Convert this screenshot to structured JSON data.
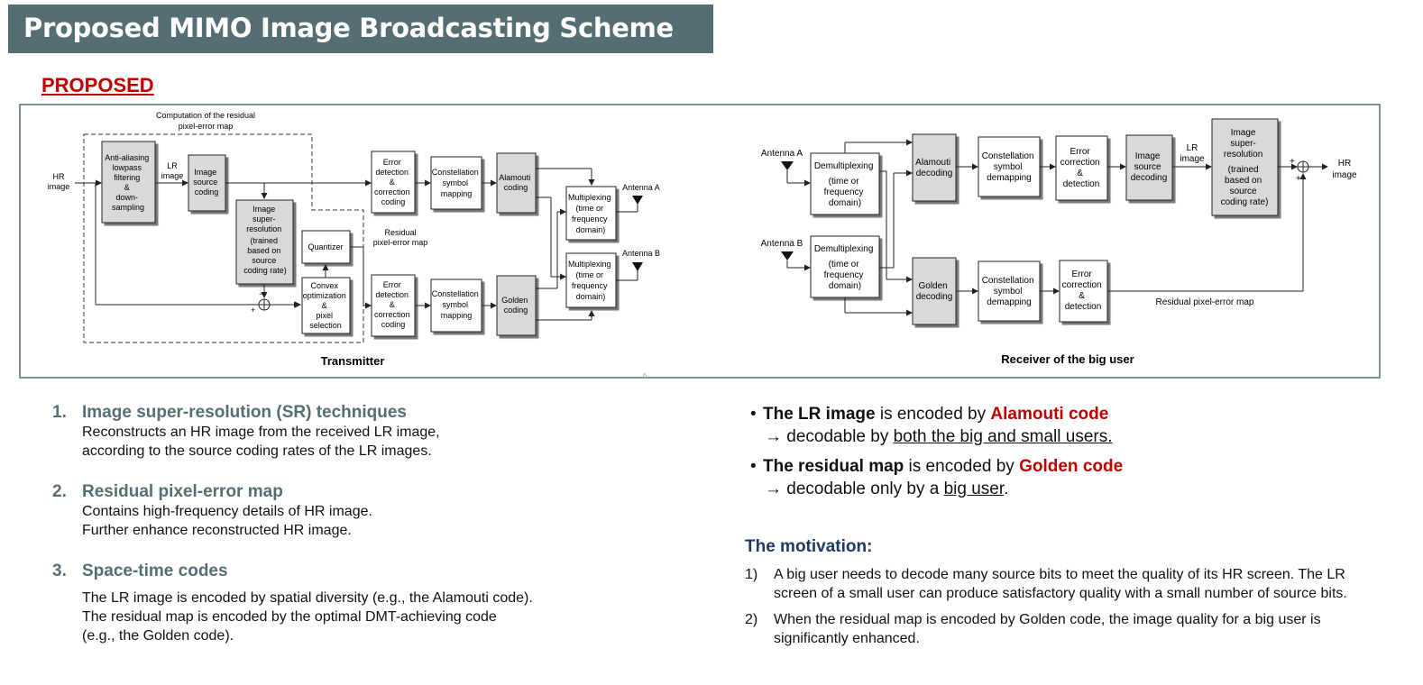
{
  "header": {
    "title": "Proposed MIMO Image Broadcasting Scheme"
  },
  "section_label": "PROPOSED",
  "diagram": {
    "tx": {
      "residual_caption_1": "Computation of the residual",
      "residual_caption_2": "pixel-error map",
      "hr_1": "HR",
      "hr_2": "image",
      "lr_1": "LR",
      "lr_2": "image",
      "aa": [
        "Anti-aliasing",
        "lowpass",
        "filtering",
        "&",
        "down-",
        "sampling"
      ],
      "isc": [
        "Image",
        "source",
        "coding"
      ],
      "sr": [
        "Image",
        "super-",
        "resolution",
        "(trained",
        "based on",
        "source",
        "coding rate)"
      ],
      "quantizer": "Quantizer",
      "convex": [
        "Convex",
        "optimization",
        "&",
        "pixel",
        "selection"
      ],
      "minus": "−",
      "plus": "+",
      "resid_label_1": "Residual",
      "resid_label_2": "pixel-error map",
      "edc1": [
        "Error",
        "detection",
        "&",
        "correction",
        "coding"
      ],
      "edc2": [
        "Error",
        "detection",
        "&",
        "correction",
        "coding"
      ],
      "csm1": [
        "Constellation",
        "symbol",
        "mapping"
      ],
      "csm2": [
        "Constellation",
        "symbol",
        "mapping"
      ],
      "alamouti": [
        "Alamouti",
        "coding"
      ],
      "golden": [
        "Golden",
        "coding"
      ],
      "mux1": [
        "Multiplexing",
        "(time or",
        "frequency",
        "domain)"
      ],
      "mux2": [
        "Multiplexing",
        "(time or",
        "frequency",
        "domain)"
      ],
      "ant_a": "Antenna A",
      "ant_b": "Antenna B",
      "caption": "Transmitter",
      "page_no": "6"
    },
    "rx": {
      "ant_a": "Antenna A",
      "ant_b": "Antenna B",
      "demux1": [
        "Demultiplexing",
        "(time or",
        "frequency",
        "domain)"
      ],
      "demux2": [
        "Demultiplexing",
        "(time or",
        "frequency",
        "domain)"
      ],
      "alamouti": [
        "Alamouti",
        "decoding"
      ],
      "golden": [
        "Golden",
        "decoding"
      ],
      "csd1": [
        "Constellation",
        "symbol",
        "demapping"
      ],
      "csd2": [
        "Constellation",
        "symbol",
        "demapping"
      ],
      "ecd1": [
        "Error",
        "correction",
        "&",
        "detection"
      ],
      "ecd2": [
        "Error",
        "correction",
        "&",
        "detection"
      ],
      "isd": [
        "Image",
        "source",
        "decoding"
      ],
      "lr_1": "LR",
      "lr_2": "image",
      "sr": [
        "Image",
        "super-",
        "resolution",
        "(trained",
        "based on",
        "source",
        "coding rate)"
      ],
      "plus1": "+",
      "plus2": "+",
      "hr_1": "HR",
      "hr_2": "image",
      "resid_label": "Residual pixel-error map",
      "caption": "Receiver of the big user"
    }
  },
  "left": {
    "items": [
      {
        "num": "1.",
        "head": "Image super-resolution (SR) techniques",
        "body": [
          "Reconstructs an HR image from the received LR image,",
          "according to the source coding rates of the LR images."
        ]
      },
      {
        "num": "2.",
        "head": "Residual pixel-error map",
        "body": [
          "Contains high-frequency details of HR image.",
          "Further enhance reconstructed HR image."
        ]
      },
      {
        "num": "3.",
        "head": "Space-time codes",
        "body": [
          "The LR image is encoded by spatial diversity (e.g., the Alamouti code).",
          "The residual map is encoded by the optimal DMT-achieving code",
          "(e.g., the Golden code)."
        ]
      }
    ]
  },
  "right": {
    "b1": {
      "dot": "•",
      "lead": "The LR image",
      "mid": " is encoded by ",
      "code": "Alamouti code",
      "arrow": "→ decodable by ",
      "under": "both the big and small users."
    },
    "b2": {
      "dot": "•",
      "lead": "The residual map",
      "mid": " is encoded by ",
      "code": "Golden code",
      "arrow": "→ decodable only by a ",
      "under": "big user",
      "end": "."
    },
    "motivation_title": "The motivation:",
    "mot": [
      {
        "num": "1)",
        "text": "A big user needs to decode many source bits to meet the quality of its HR screen. The LR screen of a small user can produce satisfactory quality with a small number of source bits."
      },
      {
        "num": "2)",
        "text": "When the residual map is encoded by Golden code, the image quality for a big user is significantly enhanced."
      }
    ]
  }
}
